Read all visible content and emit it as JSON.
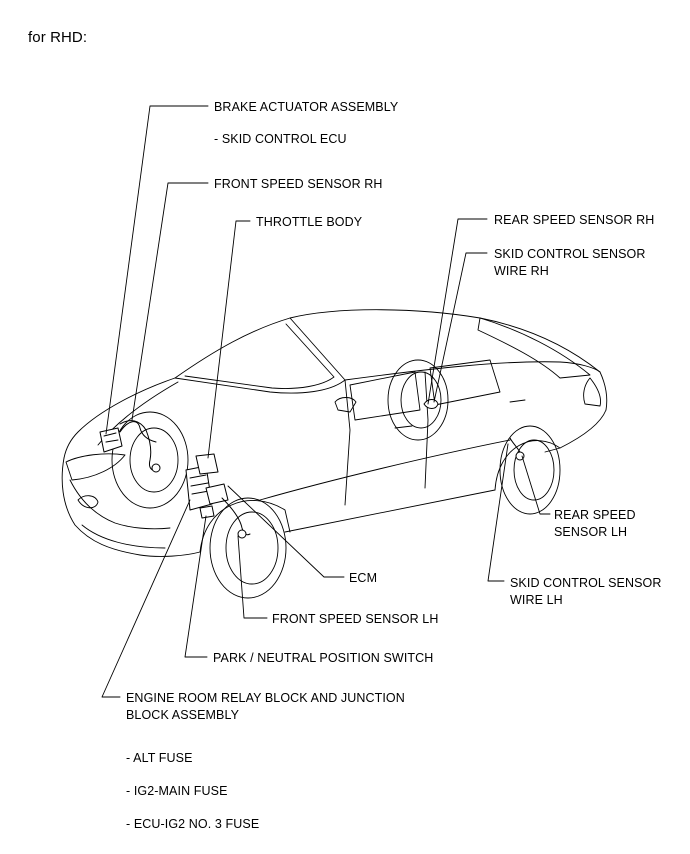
{
  "header": "for RHD:",
  "labels": {
    "brake_actuator": "BRAKE ACTUATOR ASSEMBLY",
    "skid_control_ecu": "- SKID CONTROL ECU",
    "front_speed_sensor_rh": "FRONT SPEED SENSOR RH",
    "throttle_body": "THROTTLE BODY",
    "rear_speed_sensor_rh": "REAR SPEED SENSOR RH",
    "skid_control_sensor_wire_rh": [
      "SKID CONTROL SENSOR",
      "WIRE RH"
    ],
    "rear_speed_sensor_lh": [
      "REAR SPEED",
      "SENSOR LH"
    ],
    "skid_control_sensor_wire_lh": [
      "SKID CONTROL SENSOR",
      "WIRE LH"
    ],
    "ecm": "ECM",
    "front_speed_sensor_lh": "FRONT SPEED SENSOR LH",
    "park_neutral_switch": "PARK / NEUTRAL POSITION SWITCH",
    "engine_room_relay_block": [
      "ENGINE ROOM RELAY BLOCK AND JUNCTION",
      "BLOCK ASSEMBLY"
    ],
    "alt_fuse": "- ALT FUSE",
    "ig2_main_fuse": "- IG2-MAIN FUSE",
    "ecu_ig2_fuse": "- ECU-IG2 NO. 3 FUSE"
  }
}
